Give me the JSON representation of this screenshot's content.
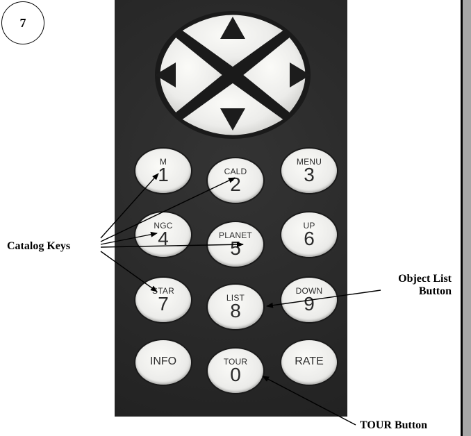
{
  "page_number": "7",
  "dpad": {
    "up_icon": "triangle-up",
    "down_icon": "triangle-down",
    "left_icon": "triangle-left",
    "right_icon": "triangle-right"
  },
  "keys": {
    "k1": {
      "top": "M",
      "num": "1"
    },
    "k2": {
      "top": "CALD",
      "num": "2"
    },
    "k3": {
      "top": "MENU",
      "num": "3"
    },
    "k4": {
      "top": "NGC",
      "num": "4"
    },
    "k5": {
      "top": "PLANET",
      "num": "5"
    },
    "k6": {
      "top": "UP",
      "num": "6"
    },
    "k7": {
      "top": "STAR",
      "num": "7"
    },
    "k8": {
      "top": "LIST",
      "num": "8"
    },
    "k9": {
      "top": "DOWN",
      "num": "9"
    },
    "info": {
      "word": "INFO"
    },
    "k0": {
      "top": "TOUR",
      "num": "0"
    },
    "rate": {
      "word": "RATE"
    }
  },
  "callouts": {
    "catalog_keys": "Catalog  Keys",
    "object_list_line1": "Object List",
    "object_list_line2": "Button",
    "tour_button": "TOUR Button"
  },
  "colors": {
    "keypad_body": "#2a2a2a",
    "key_face": "#ececea",
    "margin_gray": "#a6a6a6"
  }
}
